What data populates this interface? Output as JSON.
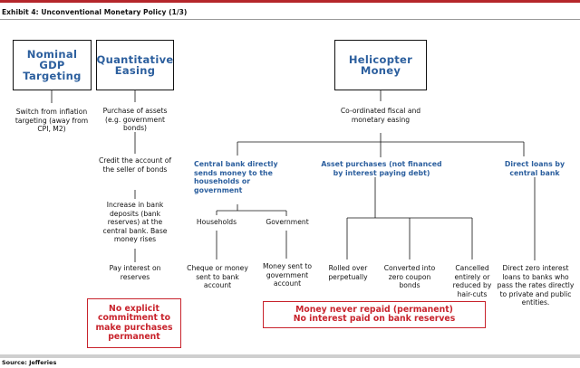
{
  "header": {
    "exhibit": "Exhibit 4: Unconventional Monetary Policy (1/3)"
  },
  "footer": {
    "source": "Source: Jefferies"
  },
  "colors": {
    "accent_red": "#b5262b",
    "heading_blue": "#2c5f9e",
    "box_red": "#c8232c"
  },
  "nominal": {
    "title": "Nominal GDP Targeting",
    "desc": "Switch from inflation targeting (away from CPI, M2)"
  },
  "qe": {
    "title": "Quantitative Easing",
    "steps": [
      "Purchase of assets (e.g. government bonds)",
      "Credit the account of the seller of bonds",
      "Increase in bank deposits (bank reserves) at the central bank. Base money rises",
      "Pay interest on reserves"
    ],
    "note": "No explicit commitment to make purchases permanent"
  },
  "heli": {
    "title": "Helicopter Money",
    "desc": "Co-ordinated fiscal and monetary easing",
    "branches": {
      "direct": {
        "heading": "Central bank directly sends money to the households or government",
        "households": "Households",
        "government": "Government",
        "households_desc": "Cheque or money sent to bank account",
        "government_desc": "Money sent to government account"
      },
      "assets": {
        "heading": "Asset purchases (not financed by interest paying debt)",
        "options": [
          "Rolled over perpetually",
          "Converted into zero coupon bonds",
          "Cancelled entirely or reduced by hair-cuts"
        ]
      },
      "loans": {
        "heading": "Direct loans by central bank",
        "desc": "Direct zero interest loans to banks who pass the rates directly to private and public entities."
      }
    },
    "note_line1": "Money never repaid (permanent)",
    "note_line2": "No interest paid on bank reserves"
  }
}
